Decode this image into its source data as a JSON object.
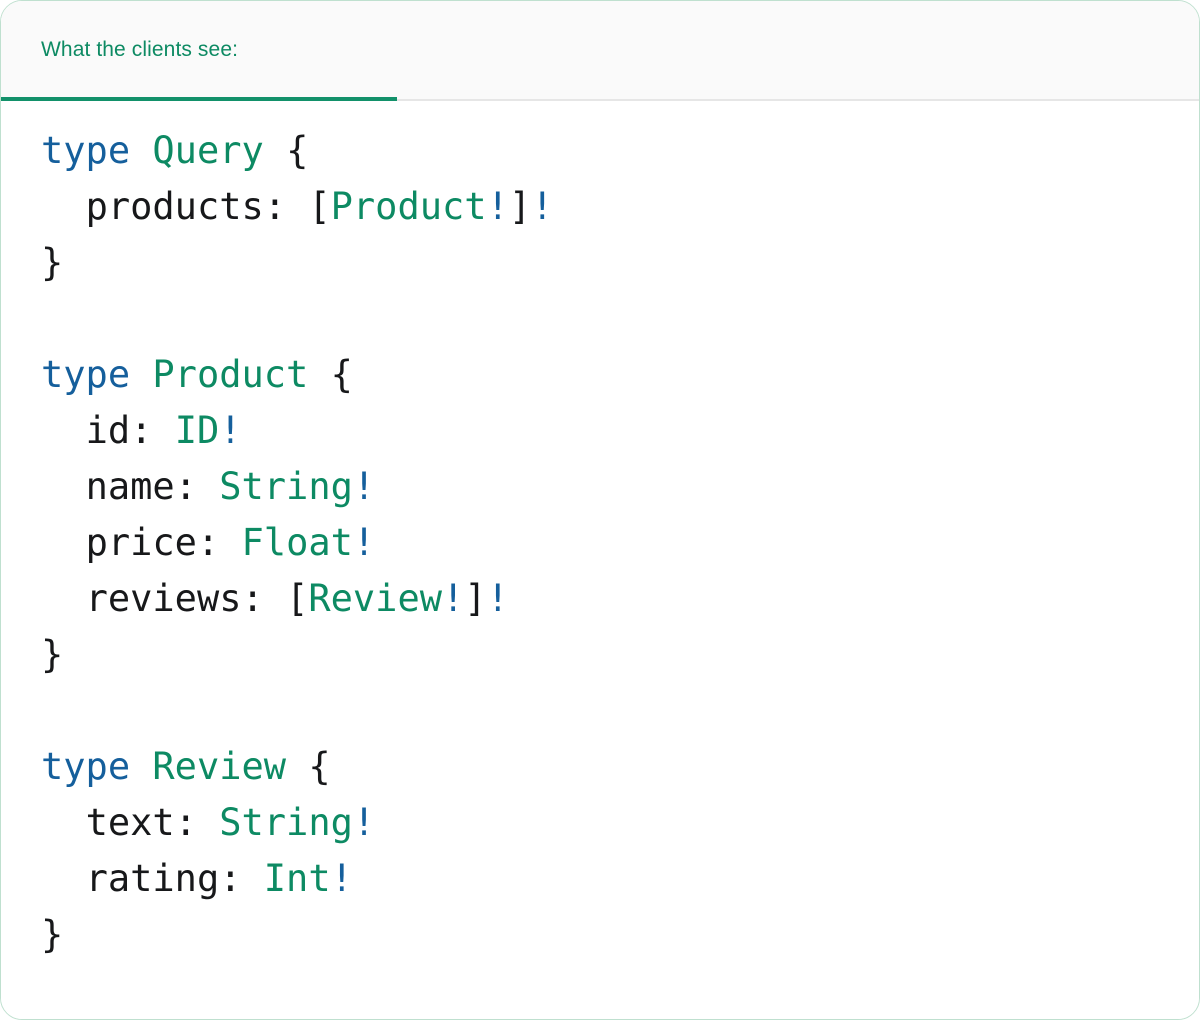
{
  "card": {
    "accent_green": "#0d8a63",
    "accent_blue": "#155f9c",
    "border_color": "#bfe0cf",
    "header_bg": "#fafafa",
    "body_bg": "#ffffff"
  },
  "tabs": [
    {
      "label": "What the clients see:",
      "active": true
    }
  ],
  "code": {
    "language": "graphql",
    "lines": [
      {
        "id": "l1",
        "tokens": [
          {
            "t": "type",
            "c": "kw"
          },
          {
            "t": " ",
            "c": "pn"
          },
          {
            "t": "Query",
            "c": "tp"
          },
          {
            "t": " ",
            "c": "pn"
          },
          {
            "t": "{",
            "c": "pn"
          }
        ]
      },
      {
        "id": "l2",
        "tokens": [
          {
            "t": "  ",
            "c": "pn"
          },
          {
            "t": "products",
            "c": "fld"
          },
          {
            "t": ": ",
            "c": "pn"
          },
          {
            "t": "[",
            "c": "pn"
          },
          {
            "t": "Product",
            "c": "tp"
          },
          {
            "t": "!",
            "c": "bang"
          },
          {
            "t": "]",
            "c": "pn"
          },
          {
            "t": "!",
            "c": "bang"
          }
        ]
      },
      {
        "id": "l3",
        "tokens": [
          {
            "t": "}",
            "c": "pn"
          }
        ]
      },
      {
        "id": "l4",
        "tokens": []
      },
      {
        "id": "l5",
        "tokens": [
          {
            "t": "type",
            "c": "kw"
          },
          {
            "t": " ",
            "c": "pn"
          },
          {
            "t": "Product",
            "c": "tp"
          },
          {
            "t": " ",
            "c": "pn"
          },
          {
            "t": "{",
            "c": "pn"
          }
        ]
      },
      {
        "id": "l6",
        "tokens": [
          {
            "t": "  ",
            "c": "pn"
          },
          {
            "t": "id",
            "c": "fld"
          },
          {
            "t": ": ",
            "c": "pn"
          },
          {
            "t": "ID",
            "c": "tp"
          },
          {
            "t": "!",
            "c": "bang"
          }
        ]
      },
      {
        "id": "l7",
        "tokens": [
          {
            "t": "  ",
            "c": "pn"
          },
          {
            "t": "name",
            "c": "fld"
          },
          {
            "t": ": ",
            "c": "pn"
          },
          {
            "t": "String",
            "c": "tp"
          },
          {
            "t": "!",
            "c": "bang"
          }
        ]
      },
      {
        "id": "l8",
        "tokens": [
          {
            "t": "  ",
            "c": "pn"
          },
          {
            "t": "price",
            "c": "fld"
          },
          {
            "t": ": ",
            "c": "pn"
          },
          {
            "t": "Float",
            "c": "tp"
          },
          {
            "t": "!",
            "c": "bang"
          }
        ]
      },
      {
        "id": "l9",
        "tokens": [
          {
            "t": "  ",
            "c": "pn"
          },
          {
            "t": "reviews",
            "c": "fld"
          },
          {
            "t": ": ",
            "c": "pn"
          },
          {
            "t": "[",
            "c": "pn"
          },
          {
            "t": "Review",
            "c": "tp"
          },
          {
            "t": "!",
            "c": "bang"
          },
          {
            "t": "]",
            "c": "pn"
          },
          {
            "t": "!",
            "c": "bang"
          }
        ]
      },
      {
        "id": "l10",
        "tokens": [
          {
            "t": "}",
            "c": "pn"
          }
        ]
      },
      {
        "id": "l11",
        "tokens": []
      },
      {
        "id": "l12",
        "tokens": [
          {
            "t": "type",
            "c": "kw"
          },
          {
            "t": " ",
            "c": "pn"
          },
          {
            "t": "Review",
            "c": "tp"
          },
          {
            "t": " ",
            "c": "pn"
          },
          {
            "t": "{",
            "c": "pn"
          }
        ]
      },
      {
        "id": "l13",
        "tokens": [
          {
            "t": "  ",
            "c": "pn"
          },
          {
            "t": "text",
            "c": "fld"
          },
          {
            "t": ": ",
            "c": "pn"
          },
          {
            "t": "String",
            "c": "tp"
          },
          {
            "t": "!",
            "c": "bang"
          }
        ]
      },
      {
        "id": "l14",
        "tokens": [
          {
            "t": "  ",
            "c": "pn"
          },
          {
            "t": "rating",
            "c": "fld"
          },
          {
            "t": ": ",
            "c": "pn"
          },
          {
            "t": "Int",
            "c": "tp"
          },
          {
            "t": "!",
            "c": "bang"
          }
        ]
      },
      {
        "id": "l15",
        "tokens": [
          {
            "t": "}",
            "c": "pn"
          }
        ]
      }
    ],
    "plain_text": "type Query {\n  products: [Product!]!\n}\n\ntype Product {\n  id: ID!\n  name: String!\n  price: Float!\n  reviews: [Review!]!\n}\n\ntype Review {\n  text: String!\n  rating: Int!\n}"
  }
}
